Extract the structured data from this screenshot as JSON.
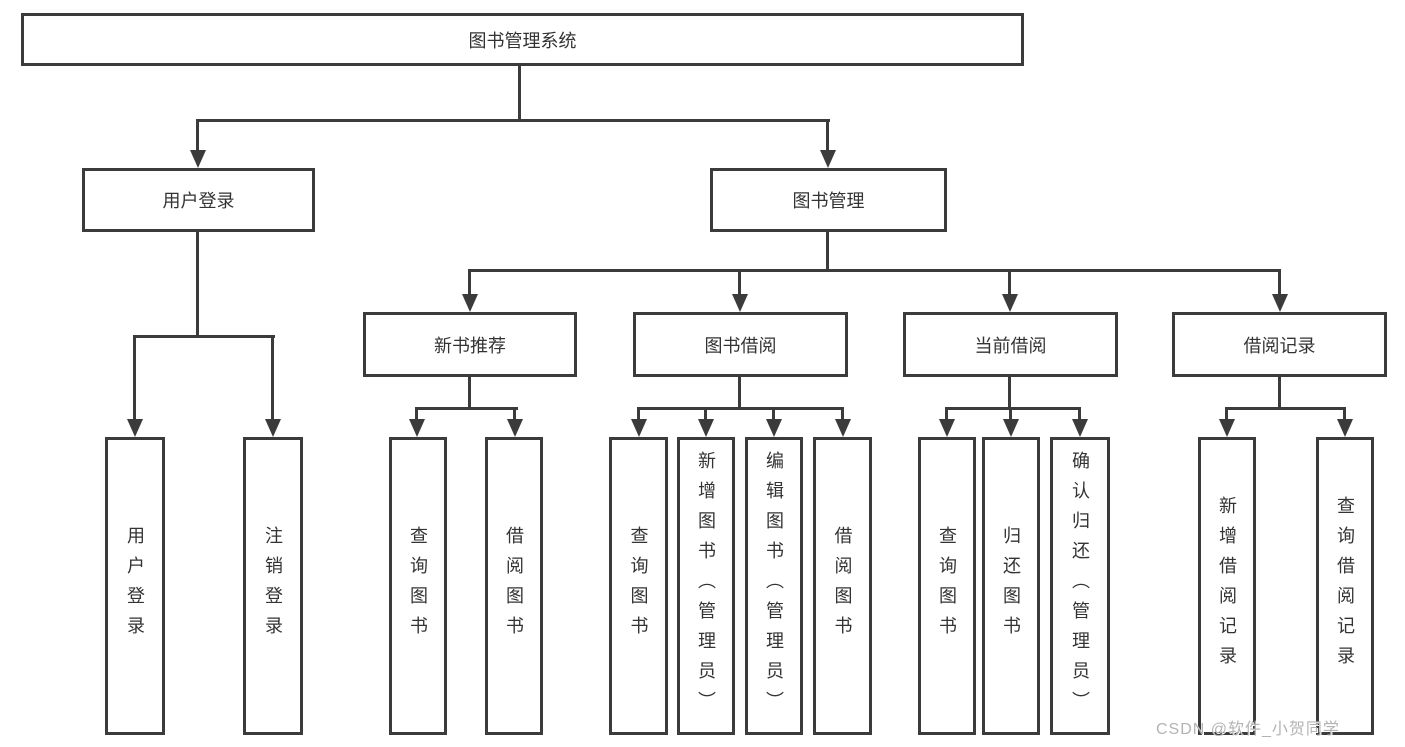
{
  "tree": {
    "label": "图书管理系统",
    "children": [
      {
        "label": "用户登录",
        "children": [
          {
            "label": "用户登录"
          },
          {
            "label": "注销登录"
          }
        ]
      },
      {
        "label": "图书管理",
        "children": [
          {
            "label": "新书推荐",
            "children": [
              {
                "label": "查询图书"
              },
              {
                "label": "借阅图书"
              }
            ]
          },
          {
            "label": "图书借阅",
            "children": [
              {
                "label": "查询图书"
              },
              {
                "label": "新增图书（管理员）"
              },
              {
                "label": "编辑图书（管理员）"
              },
              {
                "label": "借阅图书"
              }
            ]
          },
          {
            "label": "当前借阅",
            "children": [
              {
                "label": "查询图书"
              },
              {
                "label": "归还图书"
              },
              {
                "label": "确认归还（管理员）"
              }
            ]
          },
          {
            "label": "借阅记录",
            "children": [
              {
                "label": "新增借阅记录"
              },
              {
                "label": "查询借阅记录"
              }
            ]
          }
        ]
      }
    ]
  },
  "watermark": {
    "text": "CSDN @软件_小贺同学"
  },
  "colors": {
    "line": "#3b3b3b",
    "text": "#333333",
    "background": "#ffffff",
    "watermark": "#b3b3b3"
  }
}
